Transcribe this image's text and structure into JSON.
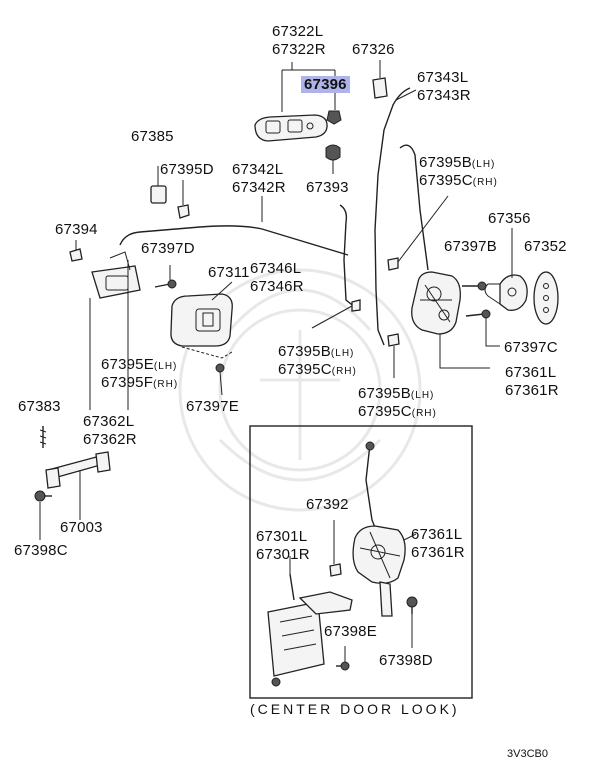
{
  "labels": {
    "p67322": "67322L",
    "p67322r": "67322R",
    "p67396": "67396",
    "p67326": "67326",
    "p67343l": "67343L",
    "p67343r": "67343R",
    "p67385": "67385",
    "p67395d": "67395D",
    "p67342l": "67342L",
    "p67342r": "67342R",
    "p67393": "67393",
    "p67395b_a": "67395B",
    "p67395c_a": "67395C",
    "lh_a": "(LH)",
    "rh_a": "(RH)",
    "p67394": "67394",
    "p67397d": "67397D",
    "p67356": "67356",
    "p67397b": "67397B",
    "p67352": "67352",
    "p67311": "67311",
    "p67346l": "67346L",
    "p67346r": "67346R",
    "p67397c": "67397C",
    "p67395e": "67395E",
    "p67395f": "67395F",
    "lh_e": "(LH)",
    "rh_f": "(RH)",
    "p67395b_b": "67395B",
    "p67395c_b": "67395C",
    "lh_b": "(LH)",
    "rh_b": "(RH)",
    "p67361l_a": "67361L",
    "p67361r_a": "67361R",
    "p67397e": "67397E",
    "p67383": "67383",
    "p67362l": "67362L",
    "p67362r": "67362R",
    "p67395b_c": "67395B",
    "p67395c_c": "67395C",
    "lh_c": "(LH)",
    "rh_c": "(RH)",
    "p67003": "67003",
    "p67398c": "67398C",
    "p67392": "67392",
    "p67301l": "67301L",
    "p67301r": "67301R",
    "p67361l_b": "67361L",
    "p67361r_b": "67361R",
    "p67398e": "67398E",
    "p67398d": "67398D"
  },
  "caption": "(CENTER DOOR LOOK)",
  "diagram_code": "3V3CB0",
  "colors": {
    "highlight": "#aeb3ea",
    "line": "#222222",
    "background": "#ffffff"
  }
}
